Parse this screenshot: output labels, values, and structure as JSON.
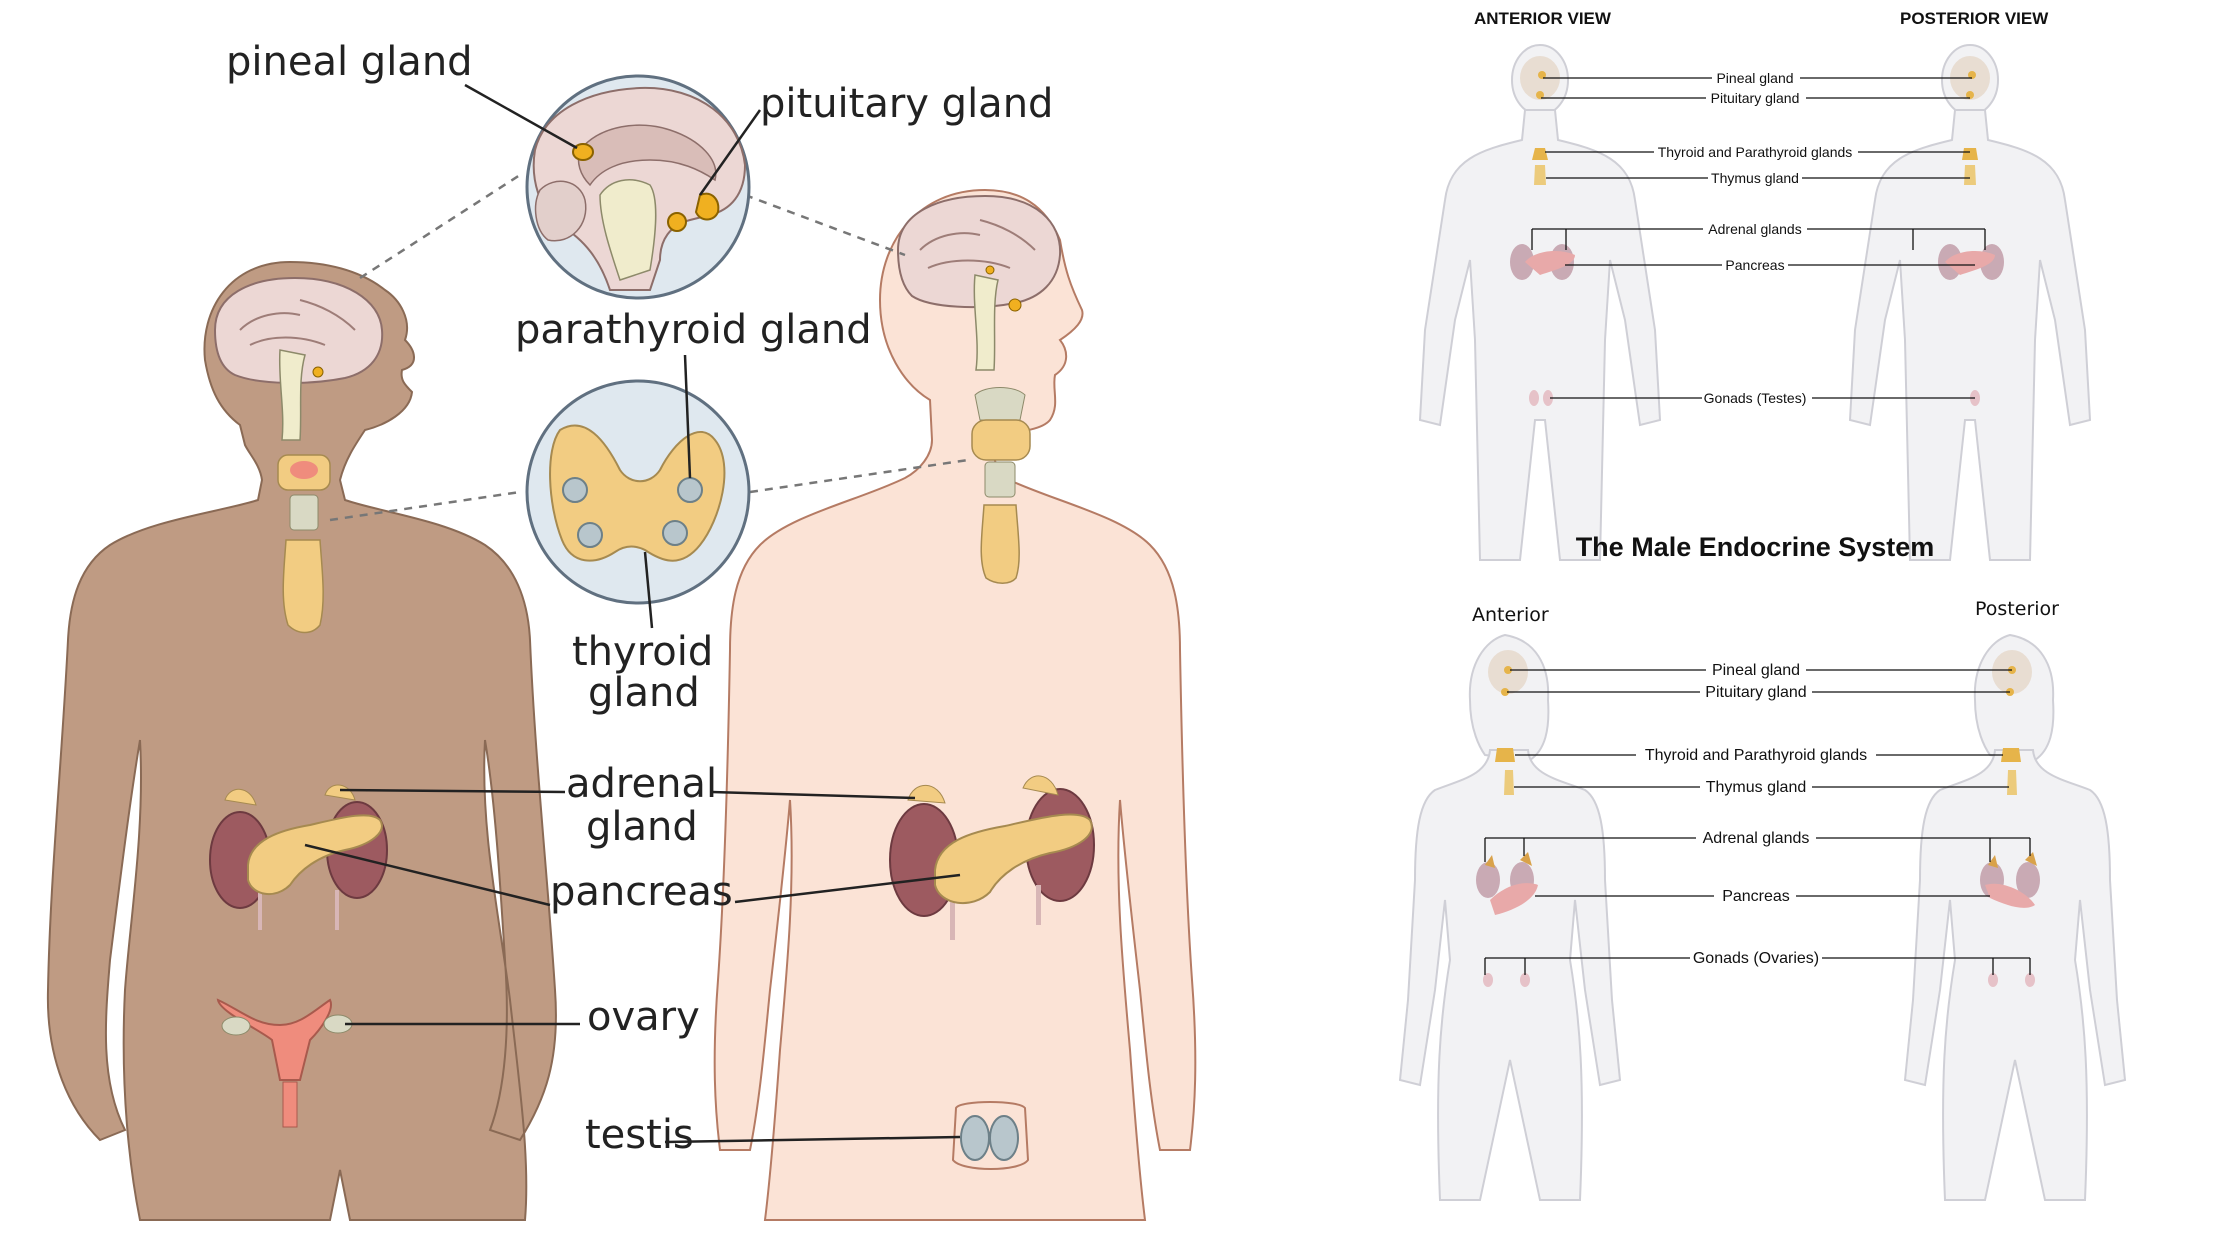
{
  "left_diagram": {
    "labels": {
      "pineal": "pineal gland",
      "pituitary": "pituitary gland",
      "parathyroid": "parathyroid gland",
      "thyroid_line1": "thyroid",
      "thyroid_line2": "gland",
      "adrenal_line1": "adrenal",
      "adrenal_line2": "gland",
      "pancreas": "pancreas",
      "ovary": "ovary",
      "testis": "testis"
    },
    "colors": {
      "female_skin": "#bf9b83",
      "male_skin": "#fbe3d6",
      "gland_yellow": "#f2cc82",
      "kidney": "#9d5a60",
      "ovary_red": "#ef8c7d"
    }
  },
  "male_system": {
    "title": "The Male Endocrine System",
    "anterior_label": "ANTERIOR VIEW",
    "posterior_label": "POSTERIOR VIEW",
    "glands": [
      "Pineal gland",
      "Pituitary gland",
      "Thyroid and Parathyroid glands",
      "Thymus gland",
      "Adrenal glands",
      "Pancreas",
      "Gonads (Testes)"
    ]
  },
  "female_system": {
    "anterior_label": "Anterior",
    "posterior_label": "Posterior",
    "glands": [
      "Pineal gland",
      "Pituitary gland",
      "Thyroid and Parathyroid glands",
      "Thymus gland",
      "Adrenal glands",
      "Pancreas",
      "Gonads (Ovaries)"
    ]
  }
}
